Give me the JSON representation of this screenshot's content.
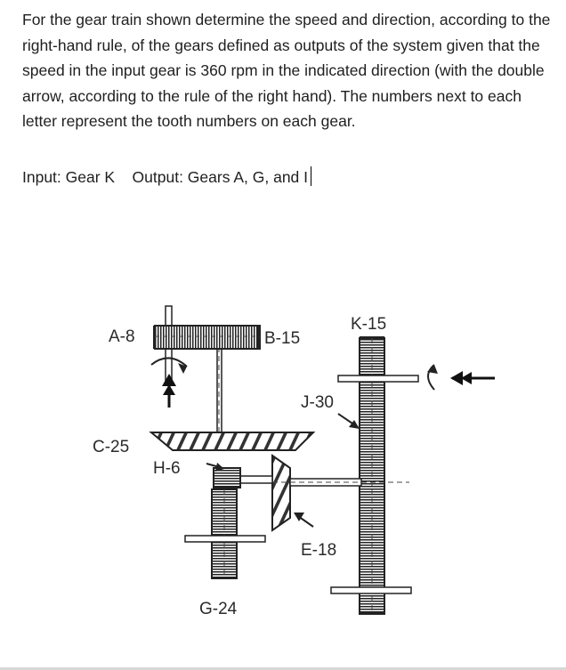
{
  "problem": {
    "statement": "For the gear train shown determine the speed and direction, according to the right-hand rule, of the gears defined as outputs of the system given that the speed in the input gear is 360 rpm in the indicated direction (with the double arrow, according to the rule of the right hand). The numbers next to each letter represent the tooth numbers on each gear.",
    "input": "Input: Gear K",
    "output": "Output: Gears A, G, and I"
  },
  "diagram": {
    "labels": {
      "A": "A-8",
      "B": "B-15",
      "K": "K-15",
      "J": "J-30",
      "C": "C-25",
      "H": "H-6",
      "E": "E-18",
      "G": "G-24"
    }
  }
}
